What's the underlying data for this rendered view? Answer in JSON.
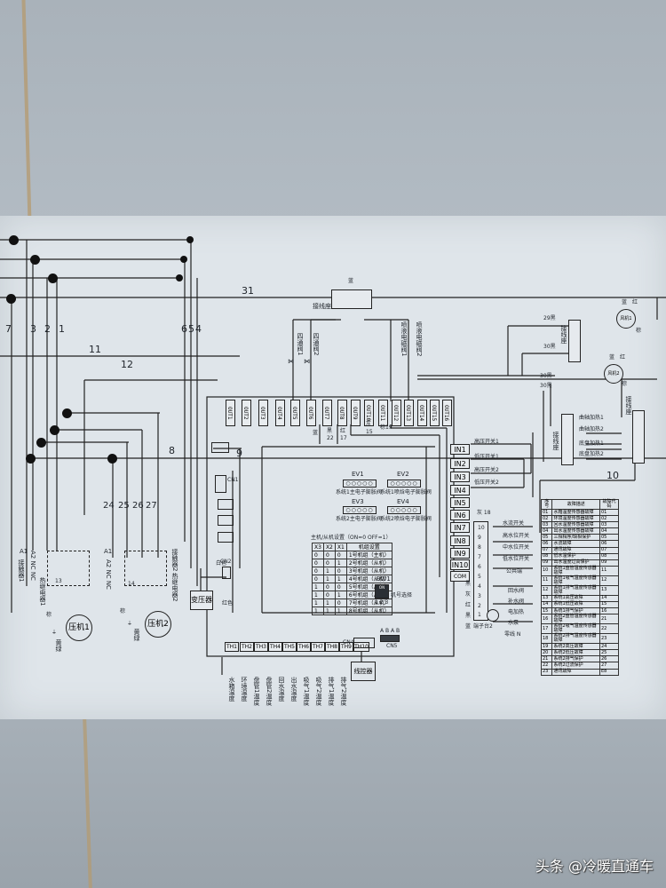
{
  "diagram": {
    "background_color": "#aeb7bf",
    "label_color": "#dfe5ea",
    "wire_color": "#222222"
  },
  "left_section": {
    "wire_numbers_top": [
      "7",
      "3",
      "2",
      "1"
    ],
    "wire_numbers_right": [
      "6",
      "5",
      "4"
    ],
    "wire_11": "11",
    "wire_12": "12",
    "wire_31": "31",
    "wire_8": "8",
    "wire_9": "9",
    "wire_10": "10",
    "contactor_1": {
      "coil_a1": "A1",
      "coil_a2": "A2 NC NC",
      "coil_label": "接触器1",
      "overload_label": "热继电器1",
      "pin": "13",
      "neutral": "棕"
    },
    "contactor_2": {
      "wire_numbers": [
        "24",
        "25",
        "26",
        "27"
      ],
      "coil_a1": "A1",
      "coil_a2": "A2 NC NC",
      "coil_label": "接触器2",
      "overload_label": "热继电器2",
      "pin": "14",
      "neutral": "棕"
    },
    "compressor_1": "压机1",
    "compressor_2": "压机2",
    "ground_label_1": "黄绿",
    "ground_label_2": "黄绿"
  },
  "terminal_block_top": {
    "label": "接线座",
    "cap": "蓝",
    "valves": [
      "四通阀1",
      "四通阀2"
    ],
    "solenoid_valves": [
      "喷液电磁阀1",
      "喷液电磁阀2"
    ]
  },
  "board": {
    "outputs": [
      "OUT1",
      "OUT2",
      "OUT3",
      "OUT4",
      "OUT5",
      "OUT6",
      "OUT7",
      "OUT8",
      "OUT9",
      "OUT10",
      "OUT11",
      "OUT12",
      "OUT13",
      "OUT14",
      "OUT15",
      "OUT16"
    ],
    "output_wire_labels": [
      {
        "color": "蓝",
        "num": ""
      },
      {
        "color": "黑",
        "num": "22"
      },
      {
        "color": "红",
        "num": "17"
      },
      {
        "color": "灰",
        "num": "15"
      },
      {
        "color": "棕",
        "num": "19"
      }
    ],
    "cn1": "CN1",
    "cn2": "CN2",
    "cn4": "CN4",
    "cn5": "CN5",
    "cn5_pins": "A B A B",
    "transformer": "变压器",
    "transformer_white": "白色",
    "transformer_red": "红色",
    "controller": "线控器",
    "ev": [
      {
        "id": "EV1",
        "pins": "○○○○○",
        "desc": "系统1主电子膨胀阀"
      },
      {
        "id": "EV2",
        "pins": "○○○○○",
        "desc": "系统1喷焓电子膨胀阀"
      },
      {
        "id": "EV3",
        "pins": "○○○○○",
        "desc": "系统2主电子膨胀阀"
      },
      {
        "id": "EV4",
        "pins": "○○○○○",
        "desc": "系统2喷焓电子膨胀阀"
      }
    ],
    "address_table": {
      "title": "主机/从机设置（ON=0 OFF=1）",
      "headers": [
        "X3",
        "X2",
        "X1",
        "机组设置"
      ],
      "rows": [
        [
          "0",
          "0",
          "0",
          "1号机组（主机）"
        ],
        [
          "0",
          "0",
          "1",
          "2号机组（从机）"
        ],
        [
          "0",
          "1",
          "0",
          "3号机组（从机）"
        ],
        [
          "0",
          "1",
          "1",
          "4号机组（从机）"
        ],
        [
          "1",
          "0",
          "0",
          "5号机组（从机）"
        ],
        [
          "1",
          "0",
          "1",
          "6号机组（从机）"
        ],
        [
          "1",
          "1",
          "0",
          "7号机组（从机）"
        ],
        [
          "1",
          "1",
          "1",
          "8号机组（从机）"
        ]
      ]
    },
    "sw1": {
      "label": "SW1",
      "on": "ON",
      "pins": "1 2 3",
      "desc": "机号选择"
    },
    "inputs": [
      "IN1",
      "IN2",
      "IN3",
      "IN4",
      "IN5",
      "IN6",
      "IN7",
      "IN8",
      "IN9",
      "IN10",
      "COM"
    ],
    "input_labels": [
      "高压开关1",
      "低压开关1",
      "高压开关2",
      "低压开关2"
    ],
    "in5_wire": "灰 18",
    "terminal_2": {
      "label": "端子台2",
      "numbers": [
        "10",
        "9",
        "8",
        "7",
        "6",
        "5",
        "4",
        "3",
        "2",
        "1"
      ],
      "switch_labels": [
        "水流开关",
        "高水位开关",
        "中水位开关",
        "低水位开关",
        "公共端"
      ],
      "load_labels": [
        "回水阀",
        "补水阀",
        "电加热",
        "水泵",
        "零线 N"
      ],
      "side_labels": [
        "黑",
        "灰",
        "红",
        "黑",
        "蓝"
      ]
    },
    "thermistors": {
      "pins": [
        "TH1",
        "TH2",
        "TH3",
        "TH4",
        "TH5",
        "TH6",
        "TH7",
        "TH8",
        "TH9",
        "TH10"
      ],
      "labels": [
        "水箱温度",
        "环境温度",
        "盘管1温度",
        "盘管2温度",
        "回水温度",
        "出水温度",
        "吸气1温度",
        "吸气2温度",
        "排气1温度",
        "排气2温度"
      ]
    }
  },
  "right_section": {
    "fan_1": "风机1",
    "fan_2": "风机2",
    "fan_cap": [
      "蓝",
      "红"
    ],
    "fan_wire": "棕",
    "terminal_1": "接线座",
    "terminal_2": "接线座",
    "wire_29": "29黑",
    "wire_30": [
      "30黑",
      "30黑",
      "30黑"
    ],
    "heaters": [
      "曲轴加热1",
      "曲轴加热2",
      "底盘加热1",
      "底盘加热2"
    ]
  },
  "fault_table": {
    "headers": [
      "序号",
      "故障描述",
      "故障代码"
    ],
    "rows": [
      [
        "01",
        "水箱温度传感器故障",
        "01"
      ],
      [
        "02",
        "环境温度传感器故障",
        "02"
      ],
      [
        "03",
        "回水温度传感器故障",
        "03"
      ],
      [
        "04",
        "出水温度传感器故障",
        "04"
      ],
      [
        "05",
        "三相相序/缺相保护",
        "05"
      ],
      [
        "06",
        "水流故障",
        "06"
      ],
      [
        "07",
        "通讯故障",
        "07"
      ],
      [
        "08",
        "低水温保护",
        "08"
      ],
      [
        "09",
        "出水温度过高保护",
        "09"
      ],
      [
        "10",
        "系统1盘管温度传感器故障",
        "11"
      ],
      [
        "11",
        "系统1吸气温度传感器故障",
        "12"
      ],
      [
        "12",
        "系统1排气温度传感器故障",
        "13"
      ],
      [
        "13",
        "系统1高压故障",
        "14"
      ],
      [
        "14",
        "系统1低压故障",
        "15"
      ],
      [
        "15",
        "系统1排气保护",
        "16"
      ],
      [
        "16",
        "系统2盘管温度传感器故障",
        "21"
      ],
      [
        "17",
        "系统2吸气温度传感器故障",
        "22"
      ],
      [
        "18",
        "系统2排气温度传感器故障",
        "23"
      ],
      [
        "19",
        "系统2高压故障",
        "24"
      ],
      [
        "20",
        "系统2低压故障",
        "25"
      ],
      [
        "21",
        "系统2排气保护",
        "26"
      ],
      [
        "22",
        "系统2过流保护",
        "27"
      ],
      [
        "23",
        "通讯故障",
        "E8"
      ]
    ]
  },
  "watermark": "头条 @冷暖直通车"
}
